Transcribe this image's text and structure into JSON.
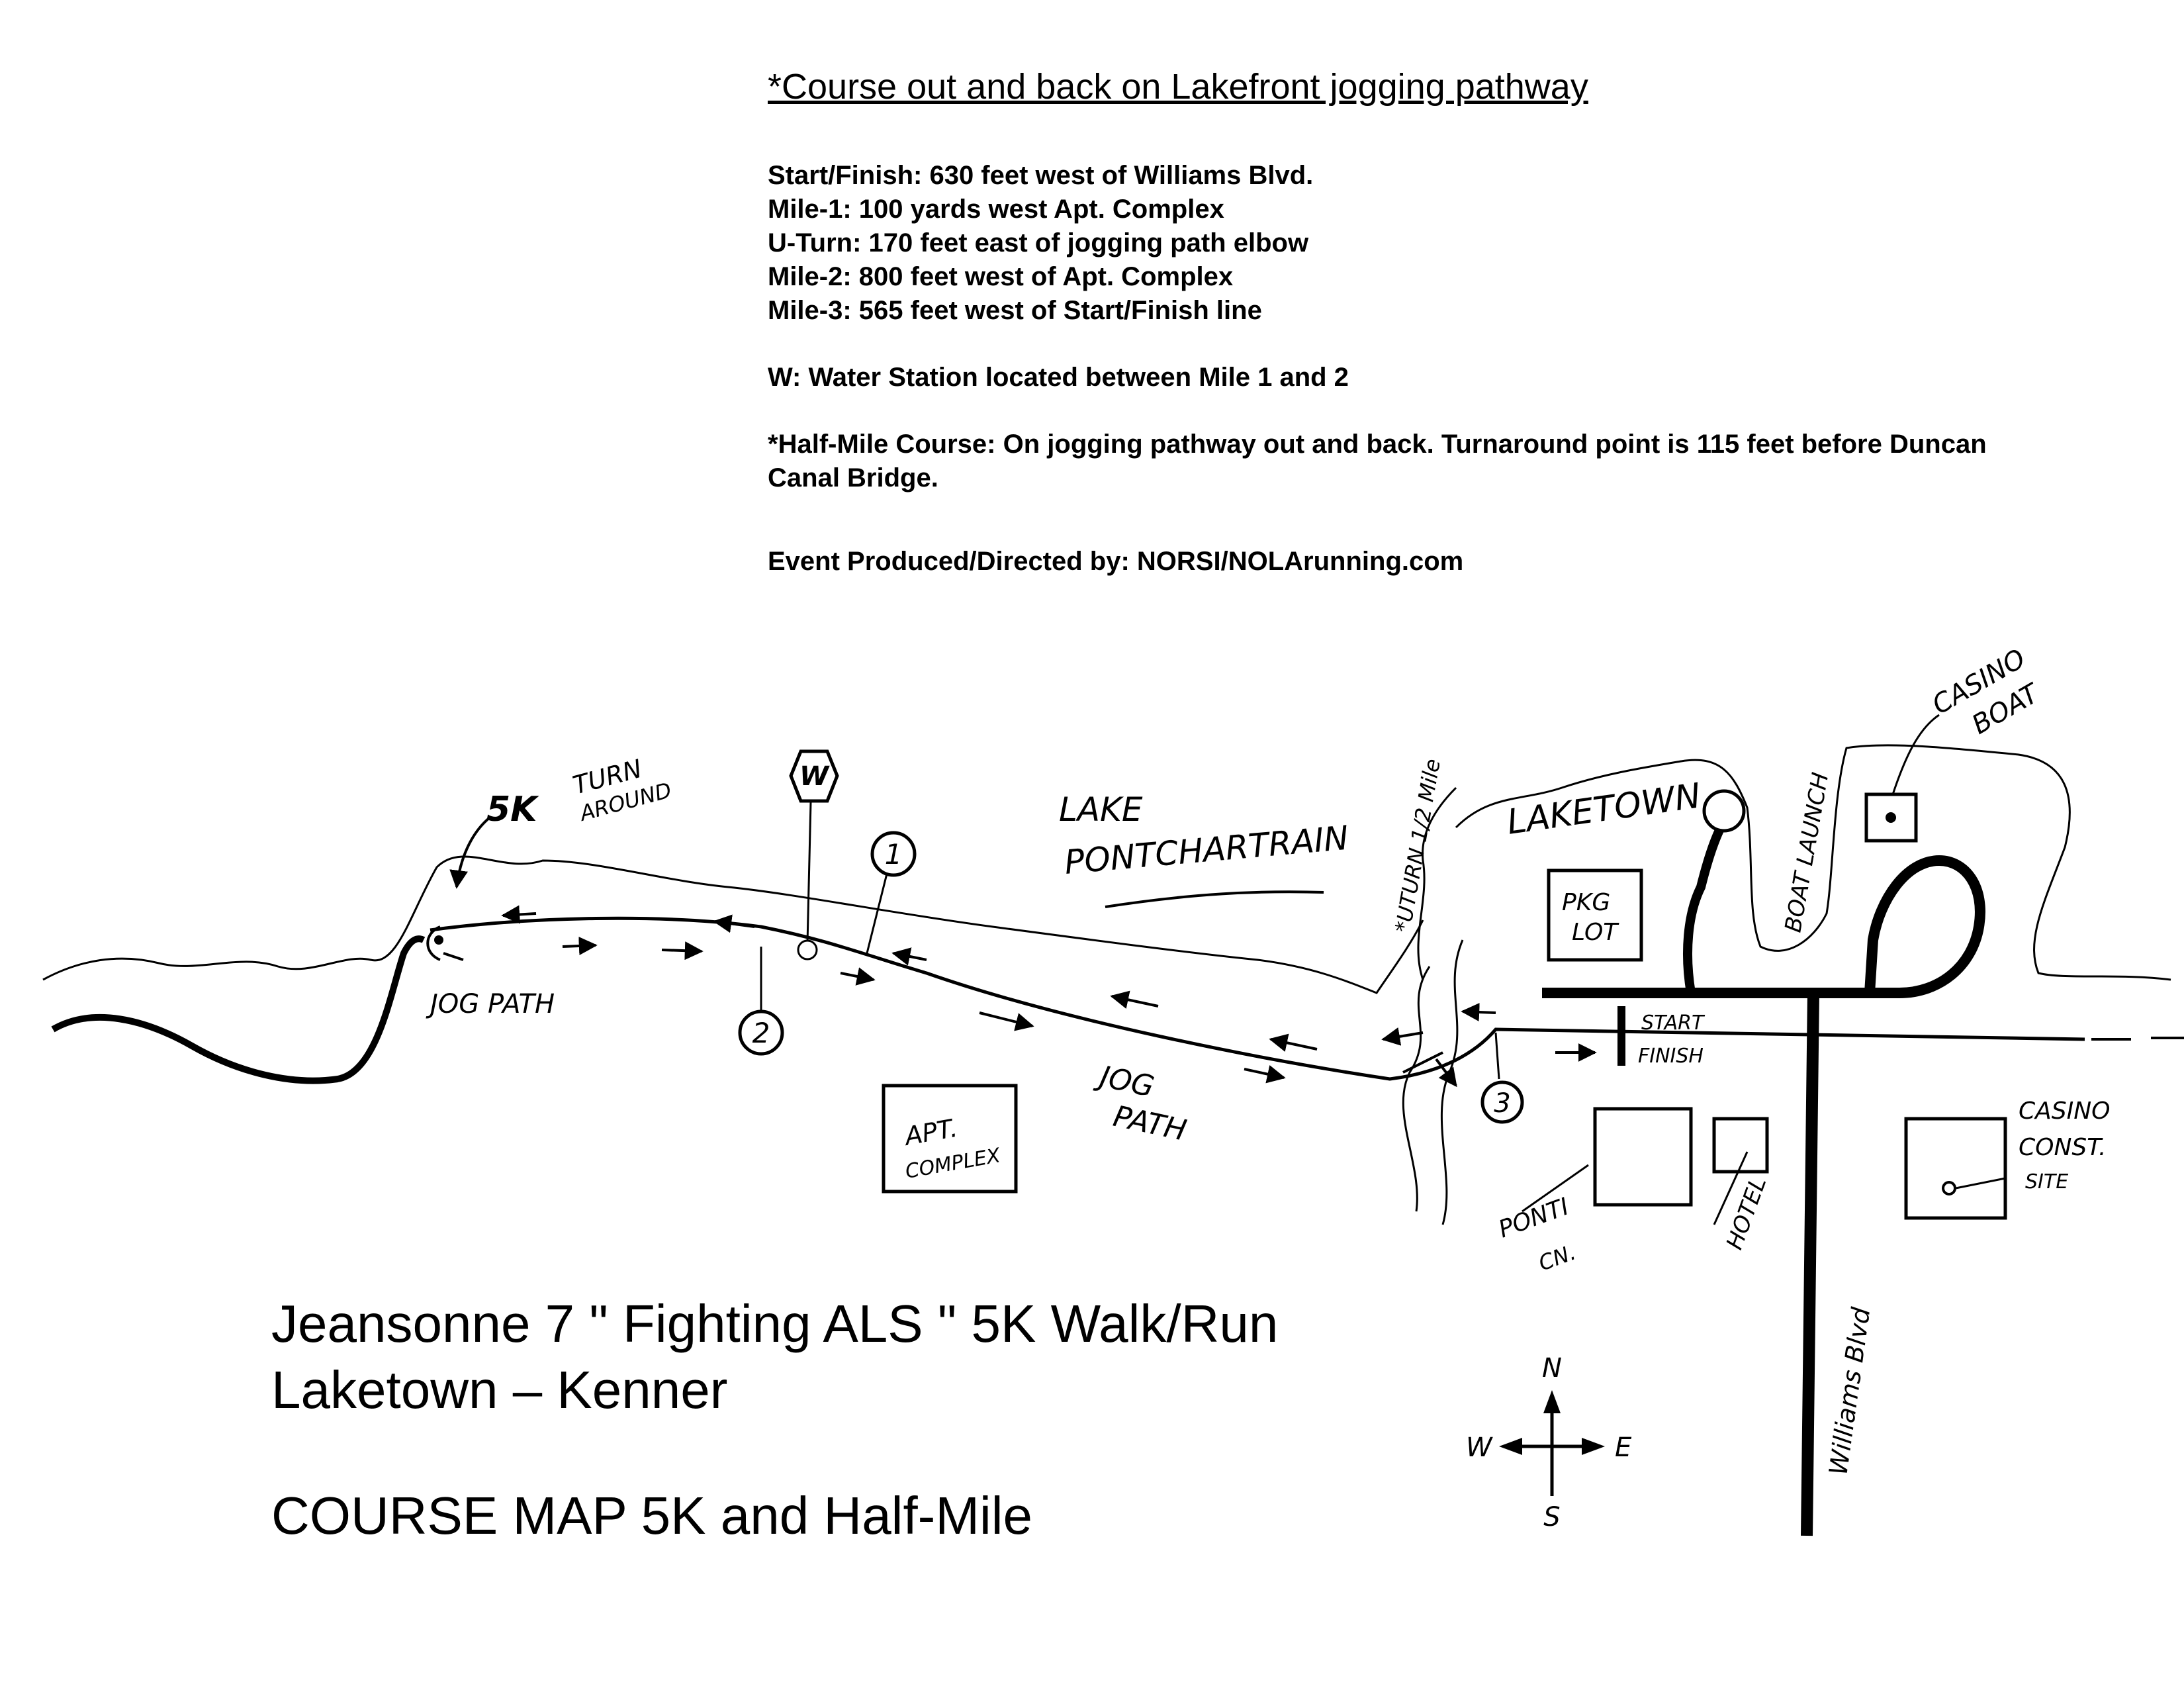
{
  "header": {
    "note": "*Course out and back on Lakefront jogging pathway"
  },
  "course_details": [
    "Start/Finish: 630 feet west of Williams Blvd.",
    "Mile-1: 100 yards west Apt. Complex",
    "U-Turn: 170 feet east of jogging path elbow",
    "Mile-2:  800 feet west of Apt. Complex",
    "Mile-3:  565 feet west of Start/Finish line"
  ],
  "water_station_note": "W: Water Station located between Mile 1 and 2",
  "half_mile_note": "*Half-Mile Course:  On jogging pathway out and back. Turnaround point is 115 feet before Duncan Canal Bridge.",
  "producer_note": "Event Produced/Directed by: NORSI/NOLArunning.com",
  "title": {
    "line1": "Jeansonne 7 \" Fighting ALS \" 5K Walk/Run",
    "line2": "Laketown – Kenner",
    "line3": "COURSE MAP 5K and Half-Mile"
  },
  "map_labels": {
    "turnaround": "5K TURN AROUND",
    "turnaround_line1": "TURN",
    "turnaround_line2": "AROUND",
    "turnaround_prefix": "5K",
    "jog_path_west": "JOG PATH",
    "jog_path_east_1": "JOG",
    "jog_path_east_2": "PATH",
    "lake_1": "LAKE",
    "lake_2": "PONTCHARTRAIN",
    "uturn_half": "*UTURN 1/2 Mile",
    "laketown": "LAKETOWN",
    "boat_launch": "BOAT LAUNCH",
    "casino_boat_1": "CASINO",
    "casino_boat_2": "BOAT",
    "pkg_lot_1": "PKG",
    "pkg_lot_2": "LOT",
    "start": "START",
    "finish": "FINISH",
    "apt_1": "APT.",
    "apt_2": "COMPLEX",
    "ponti_1": "PONTI",
    "ponti_2": "CN.",
    "hotel": "HOTEL",
    "casino_const_1": "CASINO",
    "casino_const_2": "CONST.",
    "casino_const_3": "SITE",
    "williams_blvd": "Williams Blvd",
    "water_marker": "W",
    "mile_1": "1",
    "mile_2": "2",
    "mile_3": "3"
  },
  "compass": {
    "n": "N",
    "s": "S",
    "e": "E",
    "w": "W"
  }
}
